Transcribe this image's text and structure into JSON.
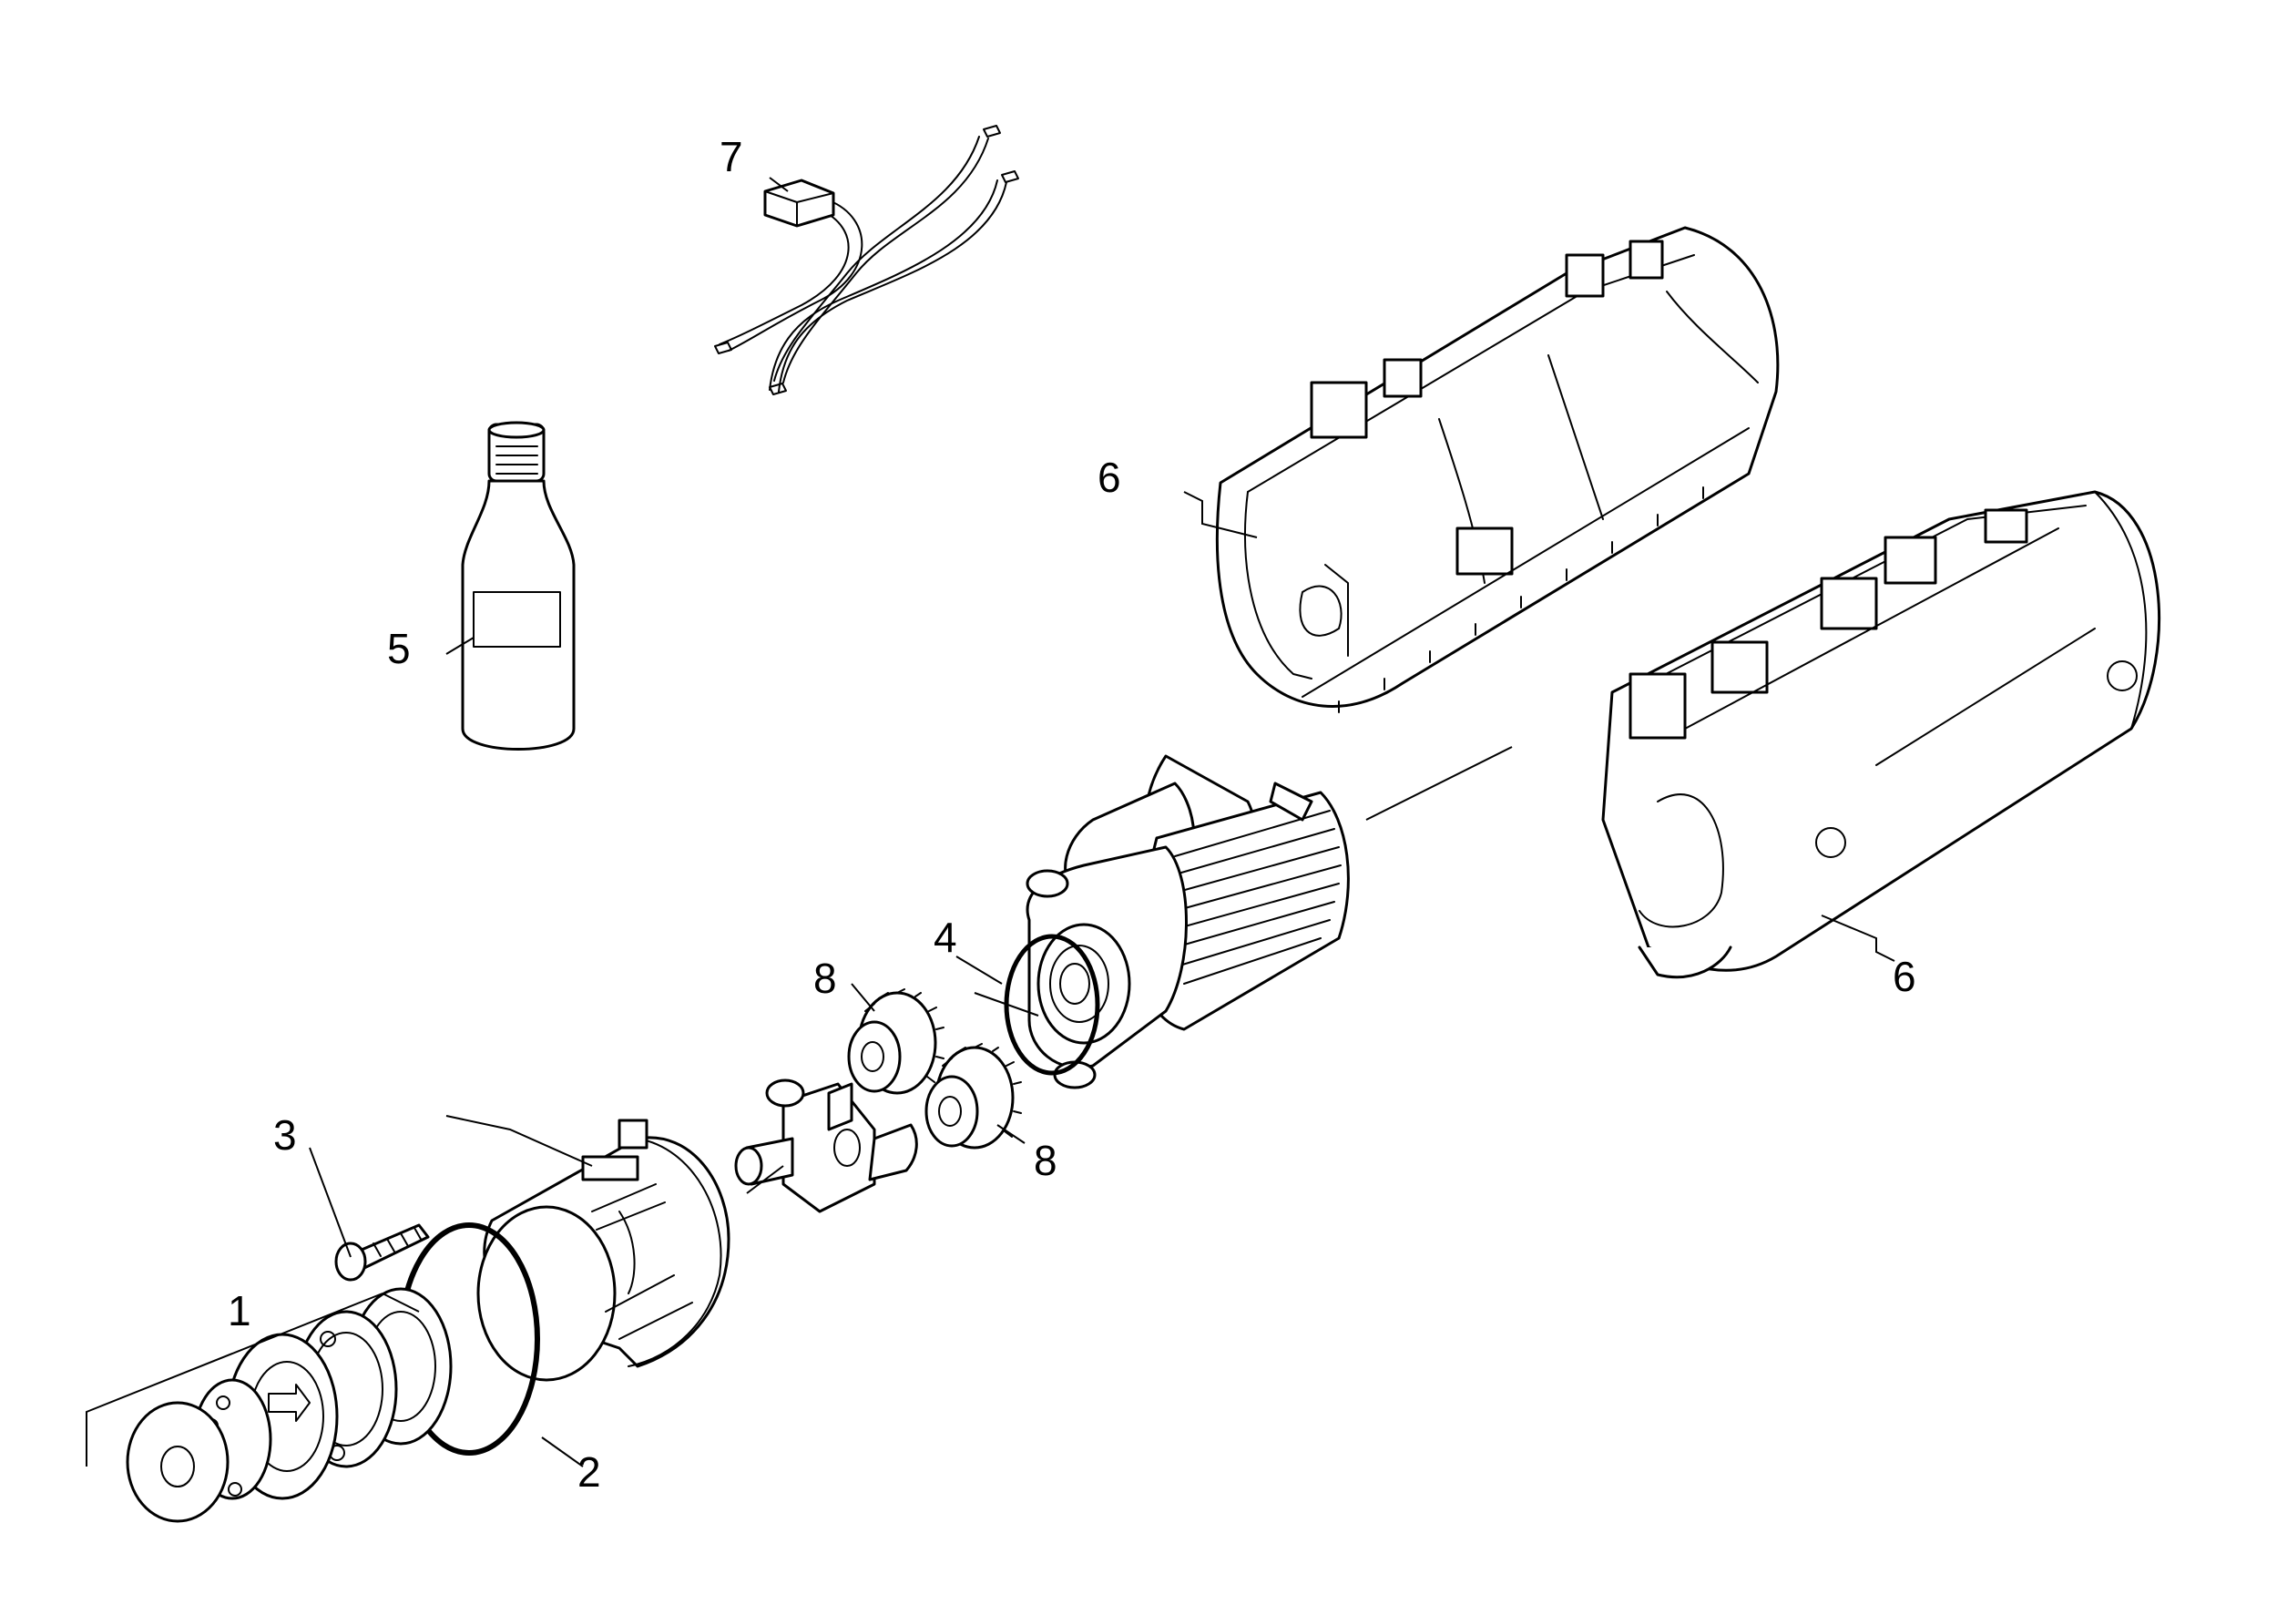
{
  "diagram": {
    "background": "#ffffff",
    "line_color": "#000000",
    "callouts": [
      {
        "id": "c1",
        "label": "1"
      },
      {
        "id": "c2",
        "label": "2"
      },
      {
        "id": "c3",
        "label": "3"
      },
      {
        "id": "c4",
        "label": "4"
      },
      {
        "id": "c5",
        "label": "5"
      },
      {
        "id": "c6a",
        "label": "6"
      },
      {
        "id": "c6b",
        "label": "6"
      },
      {
        "id": "c7",
        "label": "7"
      },
      {
        "id": "c8a",
        "label": "8"
      },
      {
        "id": "c8b",
        "label": "8"
      }
    ]
  }
}
